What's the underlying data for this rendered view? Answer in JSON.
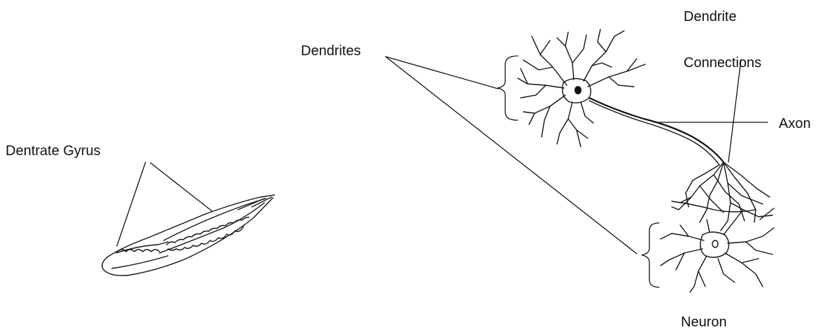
{
  "labels": {
    "dentrate_gyrus": "Dentrate Gyrus",
    "dendrites": "Dendrites",
    "dendrite_connections_line1": "Dendrite",
    "dendrite_connections_line2": "Connections",
    "axon": "Axon",
    "neuron": "Neuron"
  }
}
